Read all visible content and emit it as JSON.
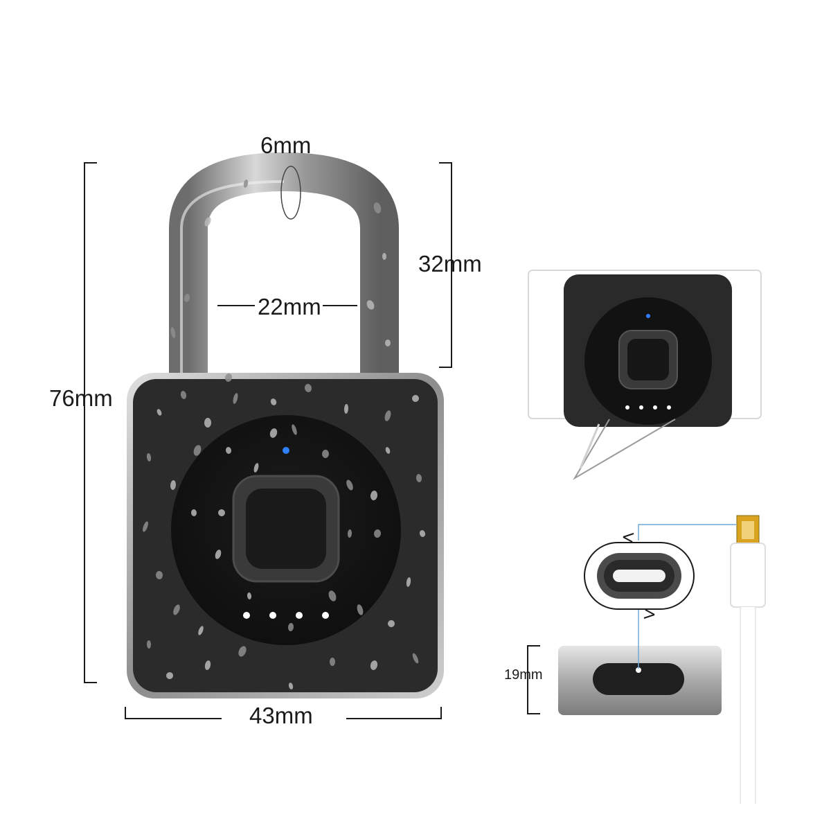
{
  "dimensions": {
    "shackle_thickness": "6mm",
    "shackle_height": "32mm",
    "shackle_inner_width": "22mm",
    "total_height": "76mm",
    "body_width": "43mm",
    "body_thickness": "19mm"
  },
  "icons": {
    "main_product": "fingerprint-padlock-icon",
    "detail_view": "fingerprint-sensor-detail-icon",
    "usb_port": "usb-type-c-port-icon",
    "cable": "usb-cable-icon",
    "water_drops": "water-drops-icon"
  },
  "colors": {
    "lock_body": "#2b2b2b",
    "body_frame": "#b5b5b5",
    "shackle_steel": "#9c9c9c",
    "indicator_led": "#2f80ff",
    "status_dots": "#ffffff",
    "usb_gold": "#d9a320",
    "guide_line": "#6fa8dc"
  }
}
